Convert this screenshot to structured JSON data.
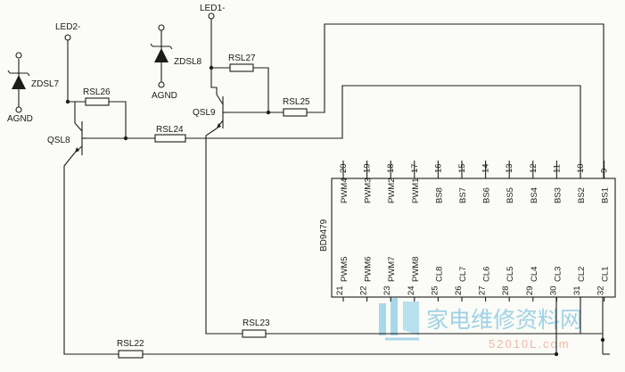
{
  "labels": {
    "led2": "LED2-",
    "led1": "LED1-",
    "zd7": "ZDSL7",
    "zd8": "ZDSL8",
    "agnd_left": "AGND",
    "agnd_mid": "AGND",
    "rsl26": "RSL26",
    "rsl27": "RSL27",
    "rsl24": "RSL24",
    "rsl25": "RSL25",
    "rsl23": "RSL23",
    "rsl22": "RSL22",
    "qsl8": "QSL8",
    "qsl9": "QSL9",
    "ic": "BD9479"
  },
  "ic_top_pins": [
    {
      "num": "20",
      "name": "PWM4"
    },
    {
      "num": "19",
      "name": "PWM3"
    },
    {
      "num": "18",
      "name": "PWM2"
    },
    {
      "num": "17",
      "name": "PWM1"
    },
    {
      "num": "16",
      "name": "BS8"
    },
    {
      "num": "15",
      "name": "BS7"
    },
    {
      "num": "14",
      "name": "BS6"
    },
    {
      "num": "13",
      "name": "BS5"
    },
    {
      "num": "12",
      "name": "BS4"
    },
    {
      "num": "11",
      "name": "BS3"
    },
    {
      "num": "10",
      "name": "BS2"
    },
    {
      "num": "9",
      "name": "BS1"
    }
  ],
  "ic_bottom_pins": [
    {
      "num": "21",
      "name": "PWM5"
    },
    {
      "num": "22",
      "name": "PWM6"
    },
    {
      "num": "23",
      "name": "PWM7"
    },
    {
      "num": "24",
      "name": "PWM8"
    },
    {
      "num": "25",
      "name": "CL8"
    },
    {
      "num": "26",
      "name": "CL7"
    },
    {
      "num": "27",
      "name": "CL6"
    },
    {
      "num": "28",
      "name": "CL5"
    },
    {
      "num": "29",
      "name": "CL4"
    },
    {
      "num": "30",
      "name": "CL3"
    },
    {
      "num": "31",
      "name": "CL2"
    },
    {
      "num": "32",
      "name": "CL1"
    }
  ],
  "watermark": {
    "text": "家电维修资料网",
    "url": "52010L.com"
  }
}
